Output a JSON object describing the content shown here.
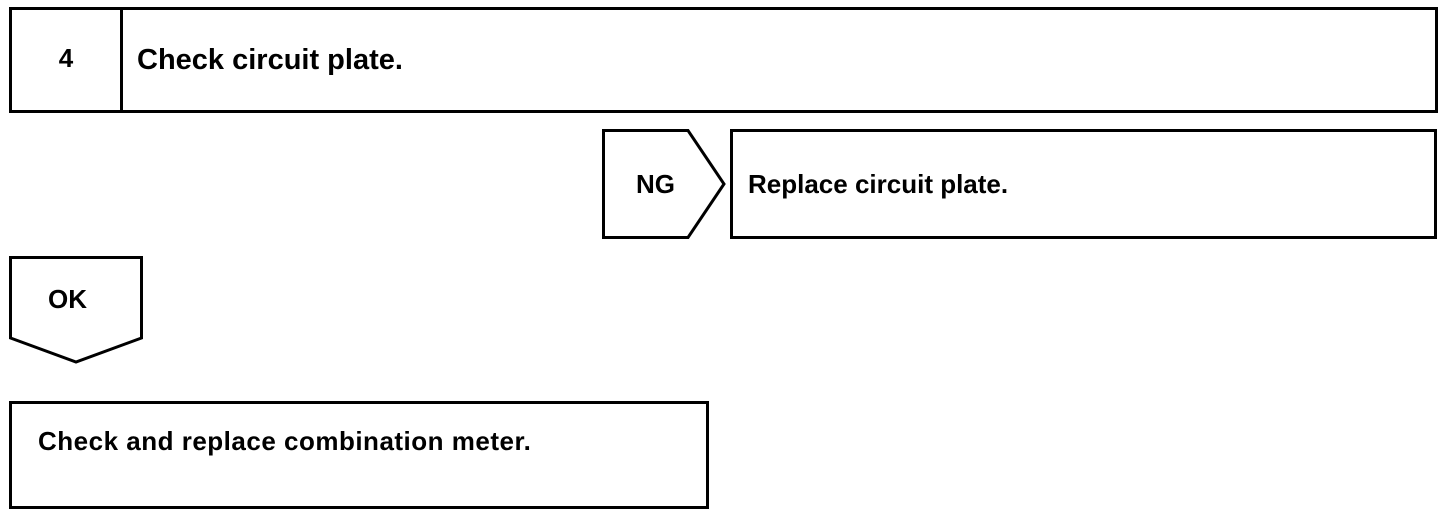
{
  "step": {
    "number": "4",
    "title": "Check circuit plate."
  },
  "ng_branch": {
    "label": "NG",
    "action": "Replace circuit plate."
  },
  "ok_branch": {
    "label": "OK",
    "action": "Check and replace combination meter."
  }
}
